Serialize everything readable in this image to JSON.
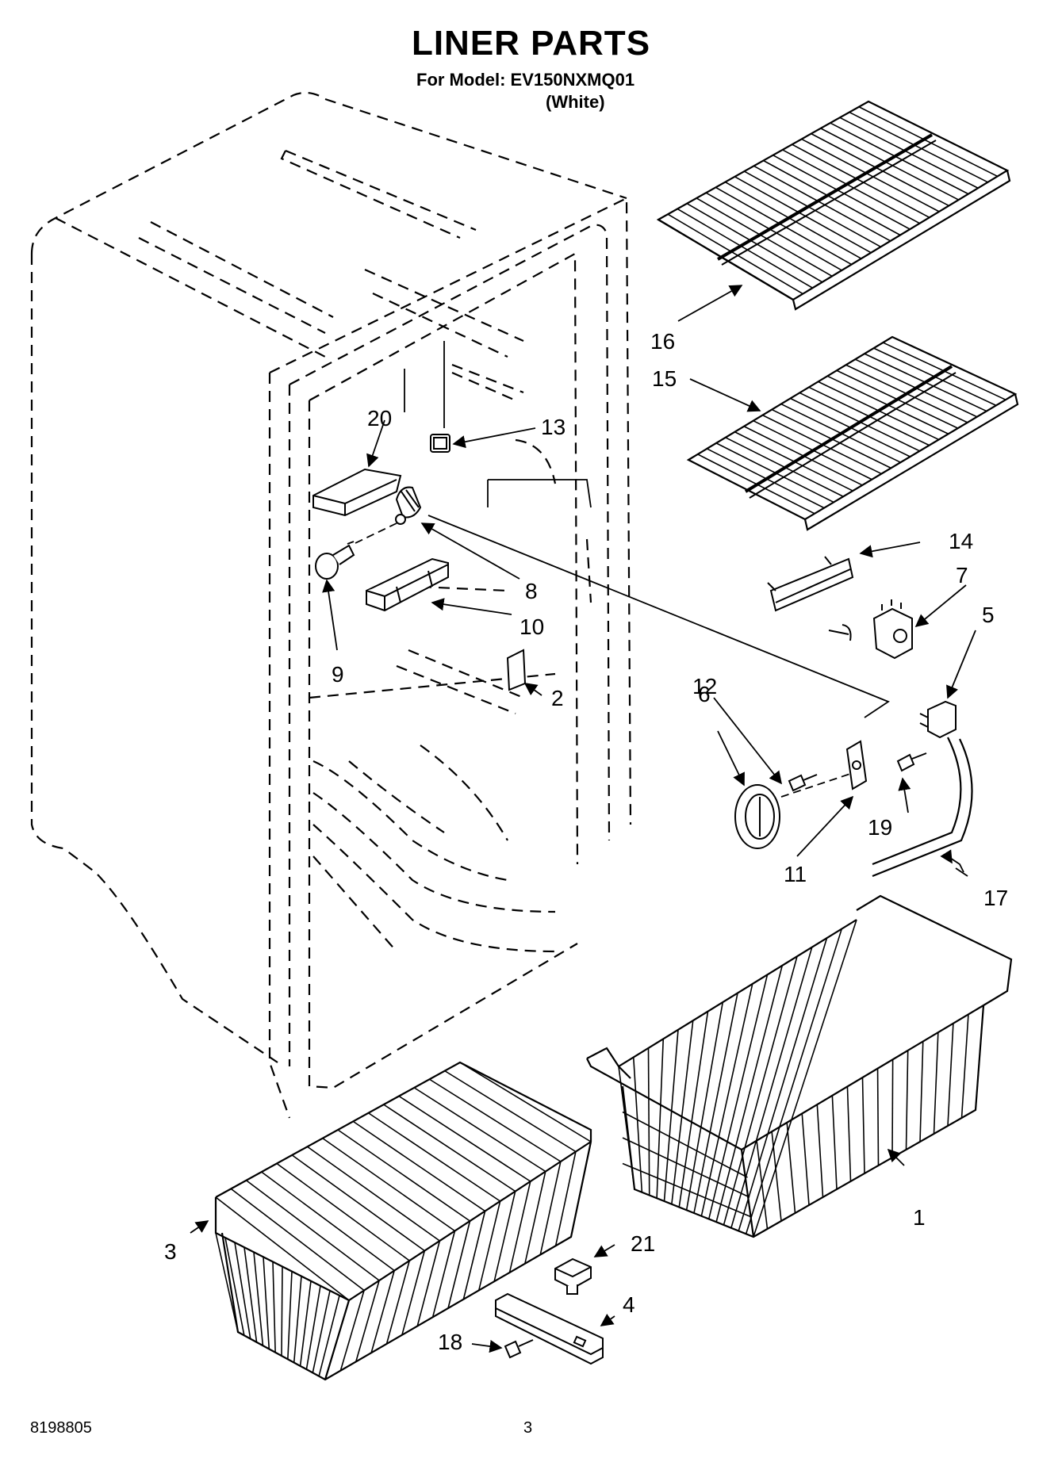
{
  "header": {
    "title": "LINER PARTS",
    "model_line": "For Model: EV150NXMQ01",
    "color_line": "(White)"
  },
  "footer": {
    "doc_number": "8198805",
    "page_number": "3"
  },
  "callouts": {
    "p1": "1",
    "p2": "2",
    "p3": "3",
    "p4": "4",
    "p5": "5",
    "p6": "6",
    "p7": "7",
    "p8": "8",
    "p9": "9",
    "p10": "10",
    "p11": "11",
    "p12": "12",
    "p13": "13",
    "p14": "14",
    "p15": "15",
    "p16": "16",
    "p17": "17",
    "p18": "18",
    "p19": "19",
    "p20": "20",
    "p21": "21"
  }
}
